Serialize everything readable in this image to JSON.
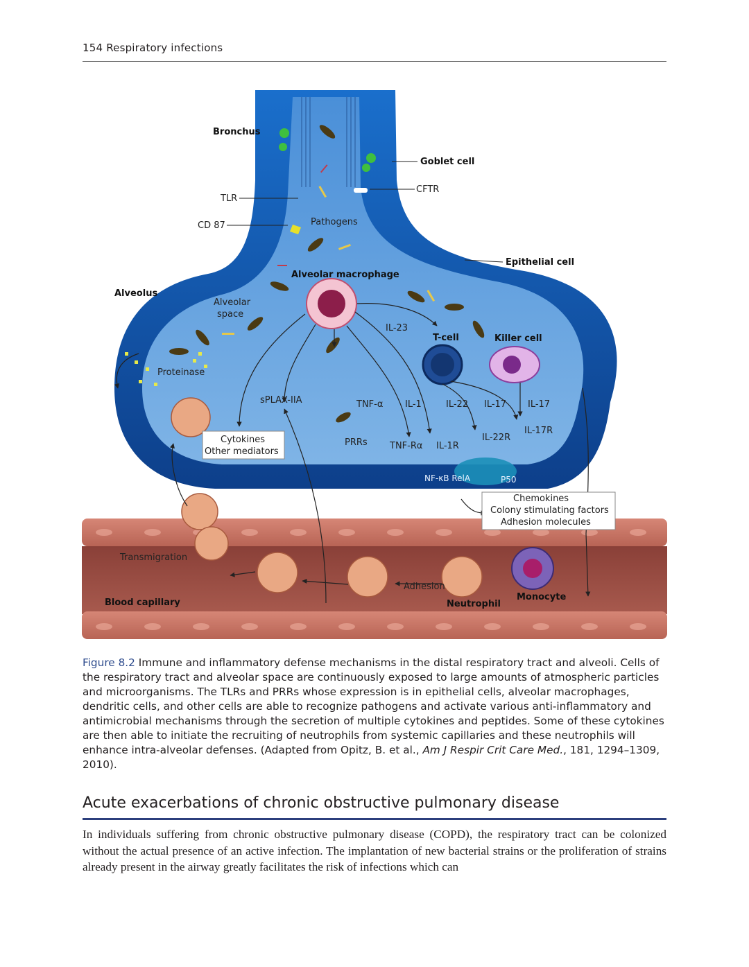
{
  "running_head": "154  Respiratory infections",
  "figure": {
    "labels": {
      "bronchus": "Bronchus",
      "goblet_cell": "Goblet cell",
      "cftr": "CFTR",
      "tlr": "TLR",
      "cd87": "CD 87",
      "pathogens": "Pathogens",
      "epithelial_cell": "Epithelial cell",
      "alveolar_macrophage": "Alveolar macrophage",
      "alveolus": "Alveolus",
      "alveolar_space_1": "Alveolar",
      "alveolar_space_2": "space",
      "il23": "IL-23",
      "t_cell": "T-cell",
      "killer_cell": "Killer cell",
      "proteinase": "Proteinase",
      "splax": "sPLAX-IIA",
      "tnf_a": "TNF-α",
      "il1": "IL-1",
      "il22": "IL-22",
      "il17_a": "IL-17",
      "il17_b": "IL-17",
      "il17r": "IL-17R",
      "il22r": "IL-22R",
      "prrs": "PRRs",
      "tnf_ra": "TNF-Rα",
      "il1r": "IL-1R",
      "nfkb": "NF-κB RelA",
      "p50": "P50",
      "cytokines_1": "Cytokines",
      "cytokines_2": "Other mediators",
      "chemokines_1": "Chemokines",
      "chemokines_2": "Colony stimulating factors",
      "chemokines_3": "Adhesion molecules",
      "transmigration": "Transmigration",
      "adhesion": "Adhesion",
      "neutrophil": "Neutrophil",
      "monocyte": "Monocyte",
      "blood_capillary": "Blood capillary"
    }
  },
  "caption": {
    "figure_number": "Figure 8.2",
    "text_1": " Immune and inflammatory defense mechanisms in the distal respiratory tract and alveoli. Cells of the respiratory tract and alveolar space are continuously exposed to large amounts of atmospheric particles and microorganisms. The TLRs and PRRs whose expression is in epithelial cells, alveolar macrophages, dendritic cells, and other cells are able to recognize pathogens and activate various anti-inflammatory and antimicrobial mechanisms through the secretion of multiple cytokines and peptides. Some of these cytokines are then able to initiate the recruiting of neutrophils from systemic capillaries and these neutrophils will enhance intra-alveolar defenses. (Adapted from Opitz, B. et al., ",
    "journal": "Am J Respir Crit Care Med.",
    "text_2": ", 181, 1294–1309, 2010)."
  },
  "section": {
    "heading": "Acute exacerbations of chronic obstructive pulmonary disease",
    "paragraph": "In individuals suffering from chronic obstructive pulmonary disease (COPD), the respiratory tract can be colonized without the actual presence of an active infection. The implantation of new bacterial strains or the proliferation of strains already present in the airway greatly facilitates the risk of infections which can"
  },
  "colors": {
    "airway_blue": "#1d64b8",
    "capillary_red": "#a85a4e",
    "heading_rule": "#2c3f7d"
  }
}
